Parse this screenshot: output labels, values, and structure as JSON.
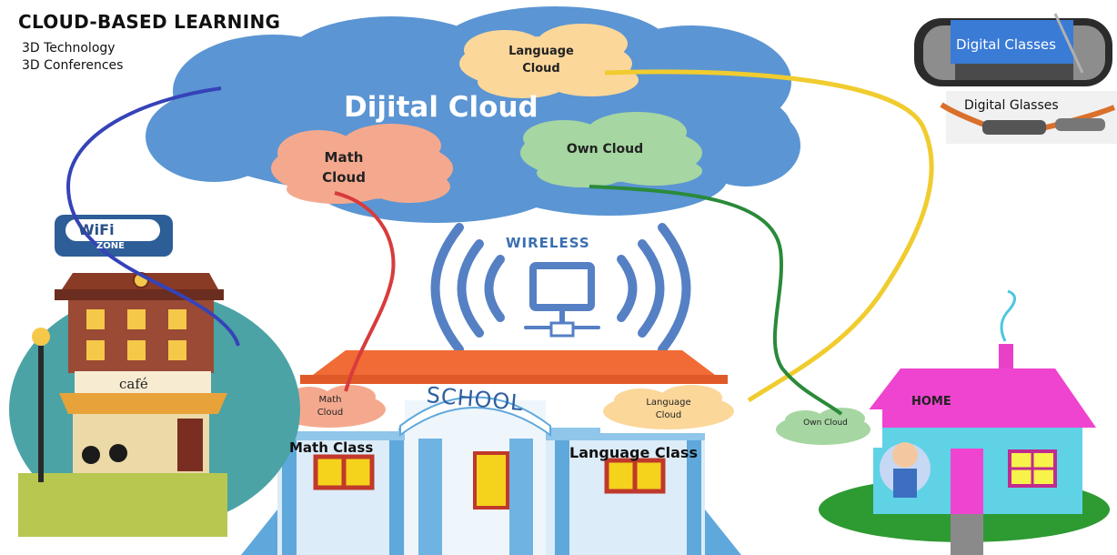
{
  "header": {
    "title": "CLOUD-BASED LEARNING",
    "subtitle_lines": [
      "3D Technology",
      "3D Conferences"
    ]
  },
  "main_cloud": {
    "label": "Dijital Cloud"
  },
  "clouds": {
    "language": {
      "line1": "Language",
      "line2": "Cloud"
    },
    "math": {
      "line1": "Math",
      "line2": "Cloud"
    },
    "own": {
      "label": "Own Cloud"
    }
  },
  "wireless": {
    "label": "WIRELESS"
  },
  "school": {
    "label": "SCHOOL",
    "math_cloud": {
      "line1": "Math",
      "line2": "Cloud"
    },
    "language_cloud": {
      "line1": "Language",
      "line2": "Cloud"
    },
    "math_class": "Math Class",
    "language_class": "Language Class"
  },
  "home": {
    "label": "HOME",
    "own_cloud": "Own Cloud"
  },
  "cafe": {
    "sign": "café",
    "wifi_label": "WiFi",
    "wifi_zone": "ZONE"
  },
  "devices": {
    "digital_classes": "Digital Classes",
    "digital_glasses": "Digital Glasses"
  },
  "colors": {
    "cloud_blue": "#5b95d3",
    "math_cloud": "#f4a98e",
    "language_cloud": "#fbd79a",
    "own_cloud": "#a6d6a2",
    "link_blue": "#3543b8",
    "link_red": "#d83b3b",
    "link_yellow": "#f0cc2e",
    "link_green": "#2a8a3a"
  }
}
